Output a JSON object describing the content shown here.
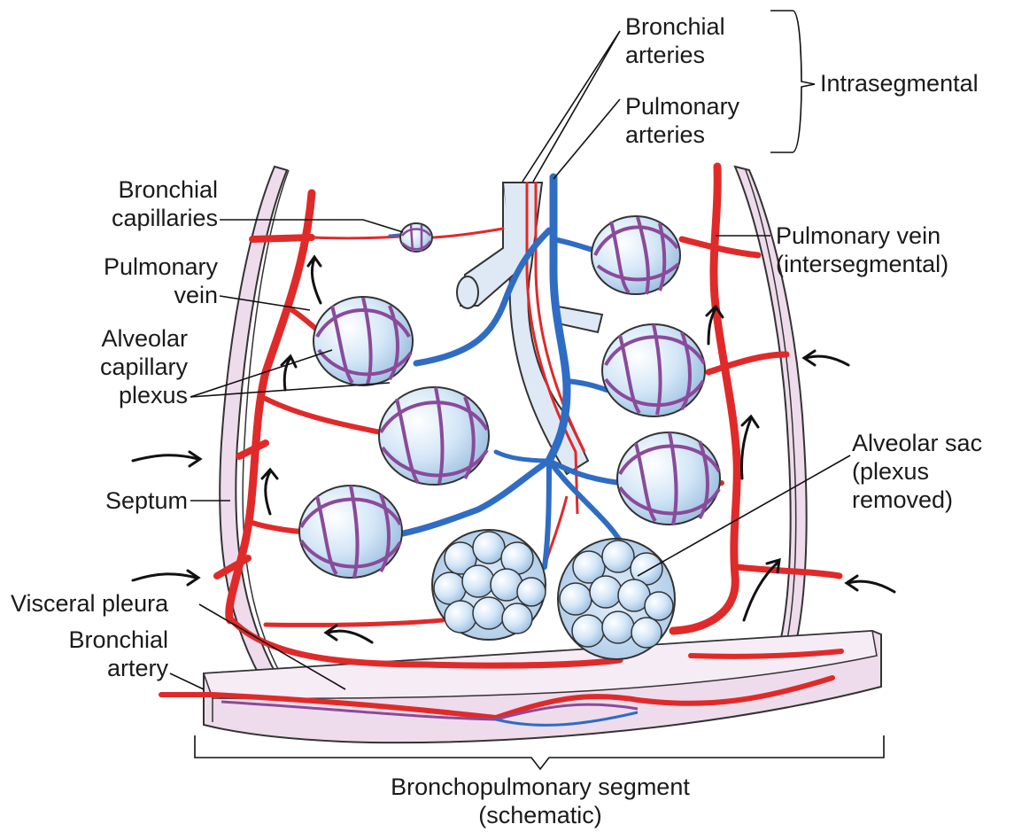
{
  "labels": {
    "bronchial_arteries": [
      "Bronchial",
      "arteries"
    ],
    "pulmonary_arteries": [
      "Pulmonary",
      "arteries"
    ],
    "intrasegmental": "Intrasegmental",
    "bronchial_capillaries": [
      "Bronchial",
      "capillaries"
    ],
    "pulmonary_vein_left": [
      "Pulmonary",
      "vein"
    ],
    "alveolar_capillary_plexus": [
      "Alveolar",
      "capillary",
      "plexus"
    ],
    "septum": "Septum",
    "visceral_pleura": "Visceral pleura",
    "bronchial_artery": [
      "Bronchial",
      "artery"
    ],
    "pulmonary_vein_intersegmental": [
      "Pulmonary vein",
      "(intersegmental)"
    ],
    "alveolar_sac": [
      "Alveolar sac",
      "(plexus",
      "removed)"
    ],
    "bronchopulmonary_segment": [
      "Bronchopulmonary segment",
      "(schematic)"
    ]
  },
  "colors": {
    "vein_red": "#e02a2a",
    "artery_blue": "#2f6cc4",
    "capillary_purple": "#8a4a9a",
    "alveolus_blue": "#cfe3f5",
    "pleura_pink": "#eedcec",
    "outline": "#333333"
  }
}
